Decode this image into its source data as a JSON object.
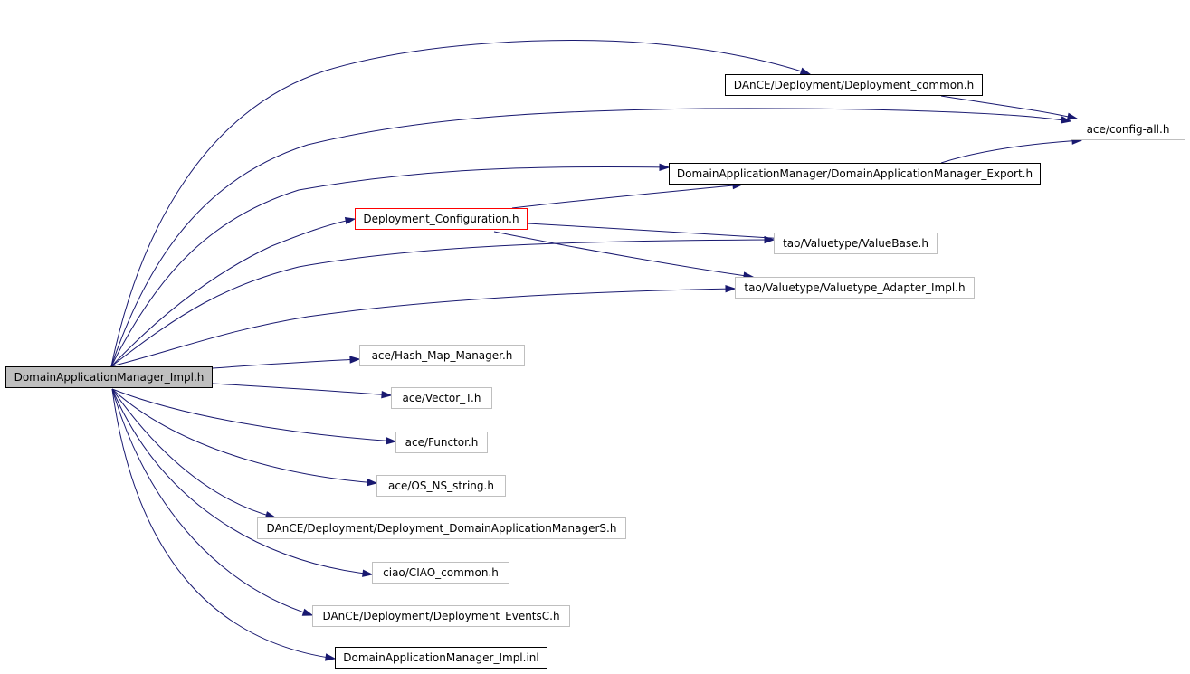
{
  "diagram": {
    "edge_color": "#191970",
    "node_border_colors": {
      "selected": "#000000",
      "selected_fill": "#bfbfbf",
      "documented": "#000000",
      "undocumented": "#bfbfbf",
      "highlight": "#ff0000"
    },
    "nodes": {
      "root": "DomainApplicationManager_Impl.h",
      "deployment_common": "DAnCE/Deployment/Deployment_common.h",
      "config_all": "ace/config-all.h",
      "dam_export": "DomainApplicationManager/DomainApplicationManager_Export.h",
      "deployment_configuration": "Deployment_Configuration.h",
      "valuebase": "tao/Valuetype/ValueBase.h",
      "valuetype_adapter": "tao/Valuetype/Valuetype_Adapter_Impl.h",
      "hash_map_manager": "ace/Hash_Map_Manager.h",
      "vector_t": "ace/Vector_T.h",
      "functor": "ace/Functor.h",
      "os_ns_string": "ace/OS_NS_string.h",
      "dam_skeleton": "DAnCE/Deployment/Deployment_DomainApplicationManagerS.h",
      "ciao_common": "ciao/CIAO_common.h",
      "events_c": "DAnCE/Deployment/Deployment_EventsC.h",
      "impl_inl": "DomainApplicationManager_Impl.inl"
    },
    "edges": [
      [
        "root",
        "deployment_common"
      ],
      [
        "root",
        "config_all"
      ],
      [
        "root",
        "dam_export"
      ],
      [
        "root",
        "deployment_configuration"
      ],
      [
        "root",
        "valuebase"
      ],
      [
        "root",
        "valuetype_adapter"
      ],
      [
        "root",
        "hash_map_manager"
      ],
      [
        "root",
        "vector_t"
      ],
      [
        "root",
        "functor"
      ],
      [
        "root",
        "os_ns_string"
      ],
      [
        "root",
        "dam_skeleton"
      ],
      [
        "root",
        "ciao_common"
      ],
      [
        "root",
        "events_c"
      ],
      [
        "root",
        "impl_inl"
      ],
      [
        "deployment_common",
        "config_all"
      ],
      [
        "dam_export",
        "config_all"
      ],
      [
        "deployment_configuration",
        "dam_export"
      ],
      [
        "deployment_configuration",
        "valuebase"
      ],
      [
        "deployment_configuration",
        "valuetype_adapter"
      ]
    ]
  }
}
